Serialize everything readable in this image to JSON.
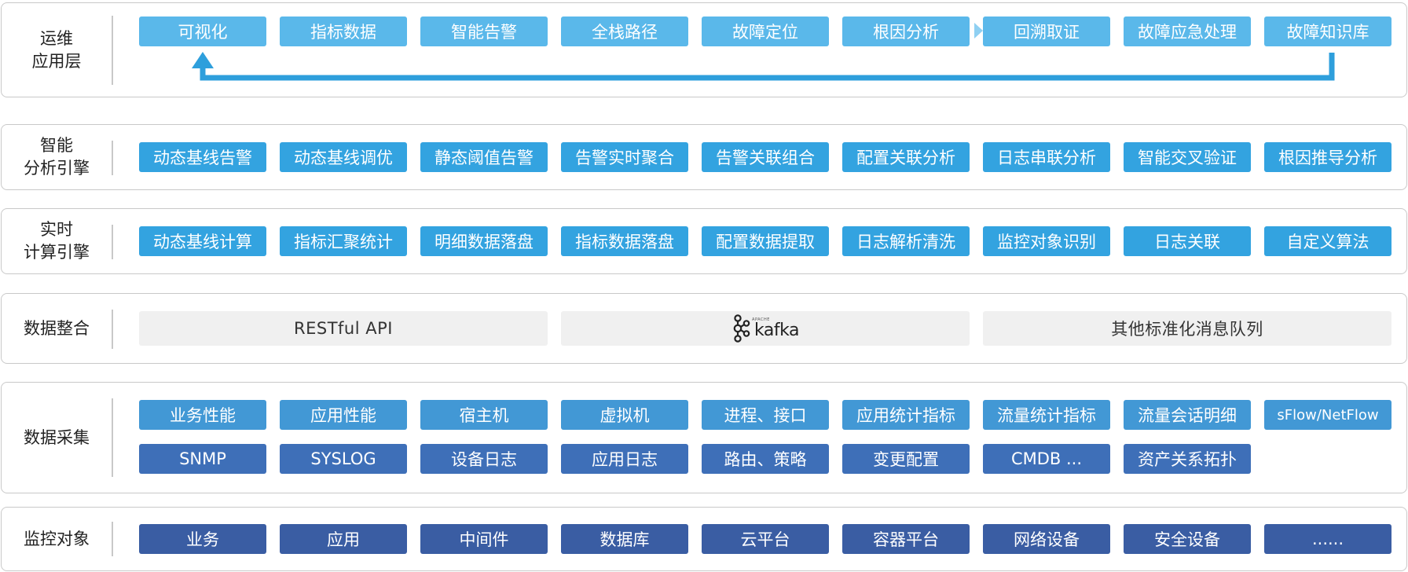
{
  "colors": {
    "app_chip": "#5ab8ea",
    "analysis_chip": "#33a3e0",
    "compute_chip": "#33a3e0",
    "collect_row1_chip": "#4298d5",
    "collect_row2_chip": "#3e6fb8",
    "monitor_chip": "#3a5da3",
    "feedback_arrow": "#2e9fdc",
    "bar_bg": "#f0f0f0",
    "border": "#c9c9c9"
  },
  "layers": {
    "app": {
      "label": "运维\n应用层",
      "items": [
        "可视化",
        "指标数据",
        "智能告警",
        "全栈路径",
        "故障定位",
        "根因分析",
        "回溯取证",
        "故障应急处理",
        "故障知识库"
      ]
    },
    "analysis": {
      "label": "智能\n分析引擎",
      "items": [
        "动态基线告警",
        "动态基线调优",
        "静态阈值告警",
        "告警实时聚合",
        "告警关联组合",
        "配置关联分析",
        "日志串联分析",
        "智能交叉验证",
        "根因推导分析"
      ]
    },
    "compute": {
      "label": "实时\n计算引擎",
      "items": [
        "动态基线计算",
        "指标汇聚统计",
        "明细数据落盘",
        "指标数据落盘",
        "配置数据提取",
        "日志解析清洗",
        "监控对象识别",
        "日志关联",
        "自定义算法"
      ]
    },
    "integration": {
      "label": "数据整合",
      "items": [
        "RESTful API",
        "kafka",
        "其他标准化消息队列"
      ],
      "kafka_small": "APACHE"
    },
    "collection": {
      "label": "数据采集",
      "row1": [
        "业务性能",
        "应用性能",
        "宿主机",
        "虚拟机",
        "进程、接口",
        "应用统计指标",
        "流量统计指标",
        "流量会话明细",
        "sFlow/NetFlow"
      ],
      "row2": [
        "SNMP",
        "SYSLOG",
        "设备日志",
        "应用日志",
        "路由、策略",
        "变更配置",
        "CMDB ...",
        "资产关系拓扑"
      ]
    },
    "monitor": {
      "label": "监控对象",
      "items": [
        "业务",
        "应用",
        "中间件",
        "数据库",
        "云平台",
        "容器平台",
        "网络设备",
        "安全设备",
        "......"
      ]
    }
  }
}
